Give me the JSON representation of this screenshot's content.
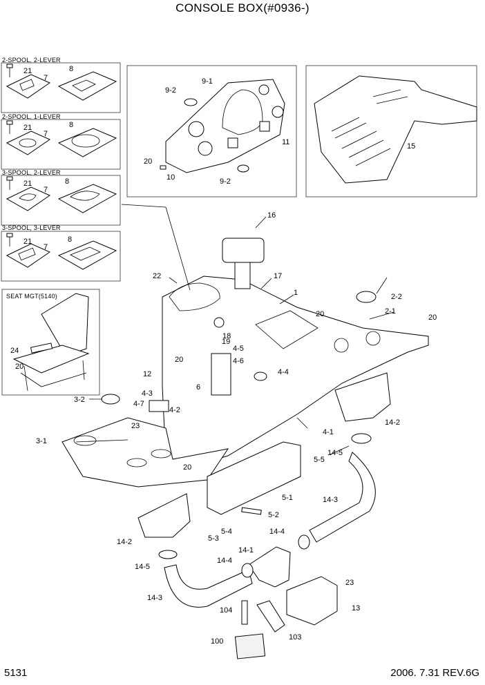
{
  "title": "CONSOLE BOX(#0936-)",
  "footer": {
    "page": "5131",
    "date": "2006. 7.31  REV.6G"
  },
  "panels": {
    "spool_2_lever_2": "2-SPOOL, 2-LEVER",
    "spool_2_lever_1": "2-SPOOL, 1-LEVER",
    "spool_3_lever_2": "3-SPOOL, 2-LEVER",
    "spool_3_lever_3": "3-SPOOL, 3-LEVER",
    "seat": "SEAT MGT(5140)"
  },
  "callouts": [
    {
      "label": "21"
    },
    {
      "label": "7"
    },
    {
      "label": "8"
    },
    {
      "label": "21"
    },
    {
      "label": "7"
    },
    {
      "label": "8"
    },
    {
      "label": "21"
    },
    {
      "label": "7"
    },
    {
      "label": "8"
    },
    {
      "label": "21"
    },
    {
      "label": "7"
    },
    {
      "label": "8"
    },
    {
      "label": "24"
    },
    {
      "label": "20"
    },
    {
      "label": "9-1"
    },
    {
      "label": "9-2"
    },
    {
      "label": "11"
    },
    {
      "label": "20"
    },
    {
      "label": "10"
    },
    {
      "label": "9-2"
    },
    {
      "label": "15"
    },
    {
      "label": "16"
    },
    {
      "label": "22"
    },
    {
      "label": "17"
    },
    {
      "label": "1"
    },
    {
      "label": "18"
    },
    {
      "label": "19"
    },
    {
      "label": "20"
    },
    {
      "label": "12"
    },
    {
      "label": "4-5"
    },
    {
      "label": "4-6"
    },
    {
      "label": "4-4"
    },
    {
      "label": "6"
    },
    {
      "label": "4-3"
    },
    {
      "label": "4-7"
    },
    {
      "label": "4-2"
    },
    {
      "label": "23"
    },
    {
      "label": "3-2"
    },
    {
      "label": "3-1"
    },
    {
      "label": "20"
    },
    {
      "label": "2-2"
    },
    {
      "label": "2-1"
    },
    {
      "label": "20"
    },
    {
      "label": "20"
    },
    {
      "label": "14-2"
    },
    {
      "label": "4-1"
    },
    {
      "label": "14-5"
    },
    {
      "label": "5-5"
    },
    {
      "label": "5-1"
    },
    {
      "label": "5-2"
    },
    {
      "label": "14-3"
    },
    {
      "label": "5-4"
    },
    {
      "label": "5-3"
    },
    {
      "label": "14-2"
    },
    {
      "label": "14-4"
    },
    {
      "label": "14-1"
    },
    {
      "label": "14-5"
    },
    {
      "label": "14-4"
    },
    {
      "label": "23"
    },
    {
      "label": "14-3"
    },
    {
      "label": "104"
    },
    {
      "label": "13"
    },
    {
      "label": "103"
    },
    {
      "label": "100"
    }
  ]
}
